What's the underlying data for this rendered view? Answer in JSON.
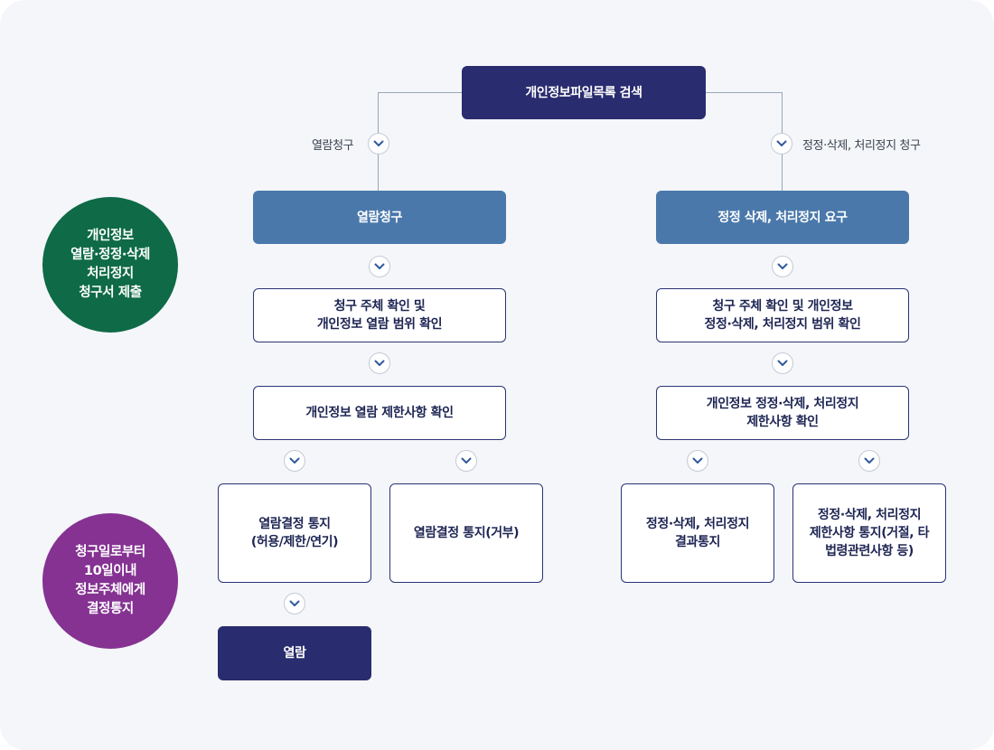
{
  "top": {
    "label": "개인정보파일목록 검색"
  },
  "branches": {
    "left_label": "열람청구",
    "right_label": "정정·삭제, 처리정지 청구"
  },
  "left": {
    "head": "열람청구",
    "step1": "청구 주체 확인 및\n개인정보 열람 범위 확인",
    "step2": "개인정보 열람 제한사항 확인",
    "result_a": "열람결정 통지\n(허용/제한/연기)",
    "result_b": "열람결정 통지(거부)",
    "final": "열람"
  },
  "right": {
    "head": "정정 삭제, 처리정지 요구",
    "step1": "청구 주체 확인 및 개인정보\n정정·삭제, 처리정지 범위 확인",
    "step2": "개인정보 정정·삭제, 처리정지\n제한사항 확인",
    "result_a": "정정·삭제, 처리정지\n결과통지",
    "result_b": "정정·삭제, 처리정지\n제한사항 통지(거절, 타\n법령관련사항 등)"
  },
  "sidebar": {
    "circle_top": "개인정보\n열람·정정·삭제\n처리정지\n청구서 제출",
    "circle_bottom": "청구일로부터\n10일이내\n정보주체에게\n결정통지"
  },
  "colors": {
    "dark_navy": "#292c6e",
    "mid_blue": "#4a78aa",
    "green": "#0e6a47",
    "purple": "#853292",
    "connector": "#9aa6b8"
  },
  "icons": {
    "chevron": "chevron-down-icon"
  }
}
